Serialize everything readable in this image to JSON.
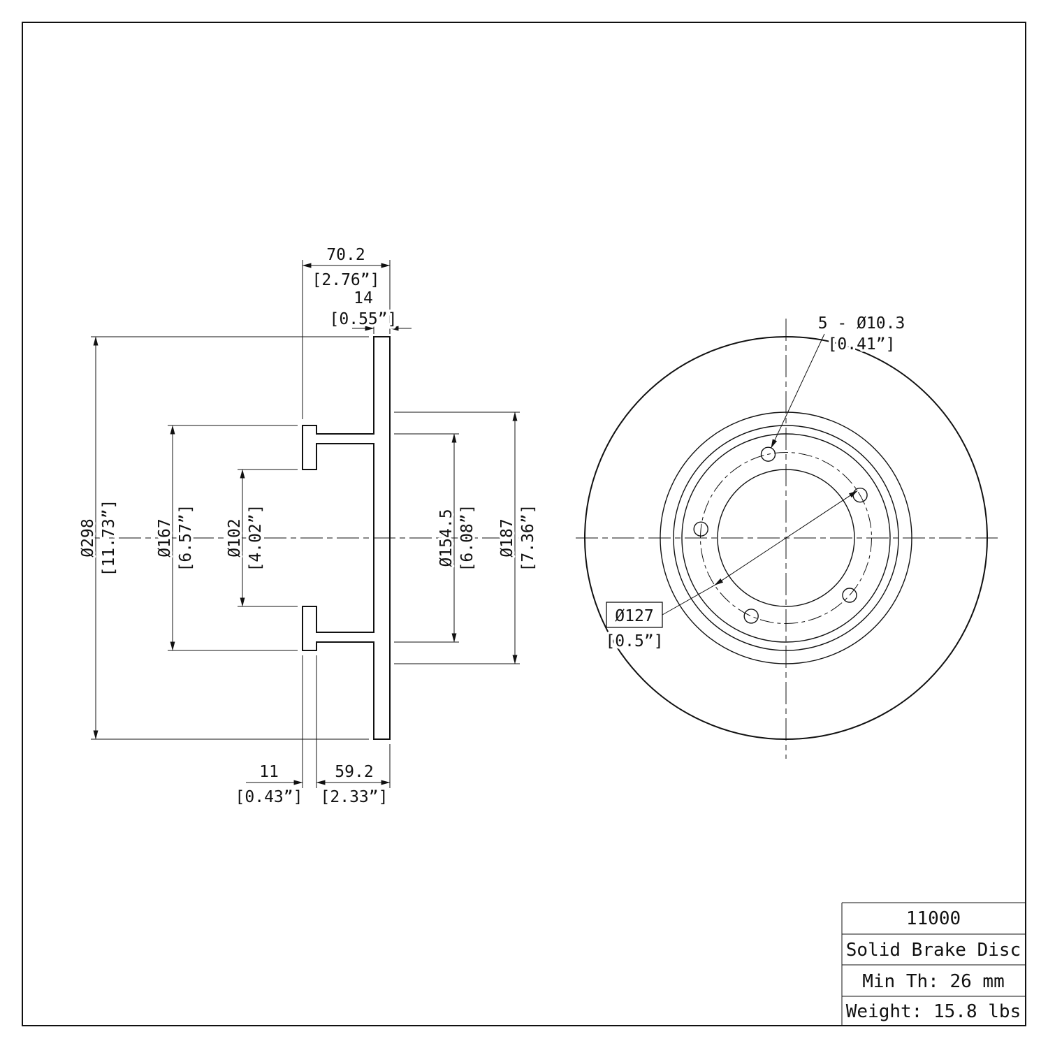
{
  "title_block": {
    "part_number": "11000",
    "part_name": "Solid Brake Disc",
    "min_thickness": "Min Th: 26 mm",
    "weight": "Weight: 15.8 lbs"
  },
  "section_view": {
    "overall_width": {
      "mm": "70.2",
      "inch": "[2.76”]"
    },
    "disc_thickness": {
      "mm": "14",
      "inch": "[0.55”]"
    },
    "outer_diameter": {
      "mm": "Ø298",
      "inch": "[11.73”]"
    },
    "flange_diameter": {
      "mm": "Ø167",
      "inch": "[6.57”]"
    },
    "center_bore": {
      "mm": "Ø102",
      "inch": "[4.02”]"
    },
    "hat_diameter": {
      "mm": "Ø154.5",
      "inch": "[6.08”]"
    },
    "inner_pad_diameter": {
      "mm": "Ø187",
      "inch": "[7.36”]"
    },
    "flange_thickness": {
      "mm": "11",
      "inch": "[0.43”]"
    },
    "hat_depth": {
      "mm": "59.2",
      "inch": "[2.33”]"
    }
  },
  "front_view": {
    "bolt_holes": {
      "label": "5 - Ø10.3",
      "inch": "[0.41”]"
    },
    "bolt_circle": {
      "label": "Ø127",
      "inch": "[0.5”]"
    }
  }
}
